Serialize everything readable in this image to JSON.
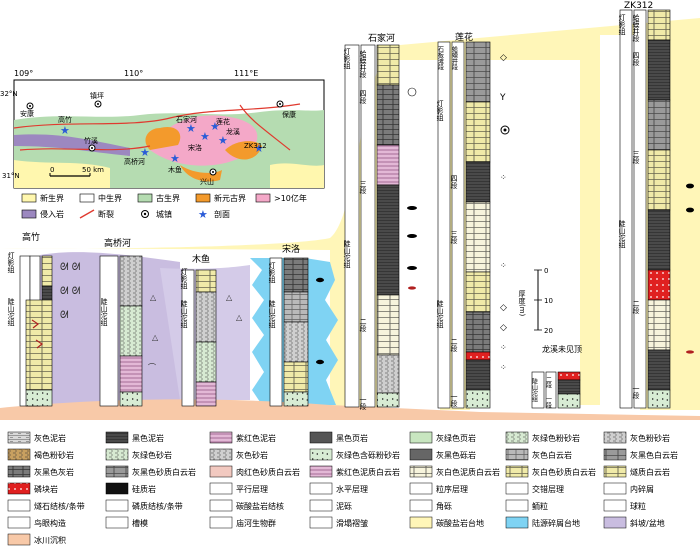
{
  "map": {
    "lon_labels": [
      "109°",
      "110°",
      "111°E"
    ],
    "lat_labels": [
      "32°N",
      "31°N"
    ],
    "towns": [
      "安康",
      "镇坪",
      "竹溪",
      "保康",
      "兴山"
    ],
    "sections": [
      "高竹",
      "高桥河",
      "木鱼",
      "宋洛",
      "石家河",
      "莲花",
      "龙溪",
      "ZK312"
    ],
    "scale_labels": [
      "0",
      "50 km"
    ]
  },
  "map_legend": [
    {
      "label": "新生界",
      "color": "#fff7ae"
    },
    {
      "label": "中生界",
      "color": "#ffffff"
    },
    {
      "label": "古生界",
      "color": "#b5dcb1"
    },
    {
      "label": "新元古界",
      "color": "#f39a2c"
    },
    {
      "label": ">10亿年",
      "color": "#f4a8c8"
    },
    {
      "label": "侵入岩",
      "color": "#9c88c0"
    },
    {
      "label": "断裂",
      "color": "#e03a2f"
    },
    {
      "label": "城镇",
      "color": "#000000"
    },
    {
      "label": "剖面",
      "color": "#2a5bd7"
    }
  ],
  "columns": [
    {
      "name": "高竹",
      "units": [
        "灯影组",
        "陡山沱组"
      ]
    },
    {
      "name": "高桥河",
      "units": [
        "陡山沱组"
      ]
    },
    {
      "name": "木鱼",
      "units": [
        "灯影组",
        "陡山沱组"
      ]
    },
    {
      "name": "宋洛",
      "units": [
        "灯影组",
        "陡山沱组"
      ]
    },
    {
      "name": "石家河",
      "units": [
        "灯影组",
        "蛤蟆井段",
        "四段",
        "三段",
        "二段",
        "一段",
        "陡山沱组"
      ]
    },
    {
      "name": "莲花",
      "units": [
        "石板滩段",
        "蛤蟆井段",
        "灯影组",
        "四段",
        "三段",
        "二段",
        "一段",
        "陡山沱组"
      ]
    },
    {
      "name": "龙溪未见顶",
      "units": [
        "陡山沱组",
        "二段",
        "一段"
      ]
    },
    {
      "name": "ZK312",
      "units": [
        "灯影组",
        "蛤蟆井段",
        "四段",
        "三段",
        "二段",
        "一段",
        "陡山沱组"
      ]
    }
  ],
  "scale_bar": {
    "label": "厚度(m)",
    "ticks": [
      "0",
      "10",
      "20"
    ]
  },
  "lithology_legend": [
    [
      "灰色泥岩",
      "黑色泥岩",
      "紫红色泥岩",
      "黑色页岩",
      "灰绿色页岩",
      "灰绿色粉砂岩",
      "灰色粉砂岩"
    ],
    [
      "褐色粉砂岩",
      "灰绿色砂岩",
      "灰色砂岩",
      "灰绿色含砾粉砂岩",
      "灰黑色砾岩",
      "灰色白云岩",
      "灰黑色白云岩"
    ],
    [
      "灰黑色灰岩",
      "灰黑色砂质白云岩",
      "肉红色砂质白云岩",
      "紫红色泥质白云岩",
      "灰白色泥质白云岩",
      "灰白色砂质白云岩",
      "燧质白云岩"
    ],
    [
      "磷块岩",
      "硅质岩",
      "平行层理",
      "水平层理",
      "粒序层理",
      "交错层理",
      "内碎屑"
    ],
    [
      "燧石结核/条带",
      "磷质结核/条带",
      "碳酸盐岩结核",
      "泥砾",
      "角砾",
      "鲕粒",
      "球粒"
    ],
    [
      "鸟眼构造",
      "槽模",
      "庙河生物群",
      "滑塌褶皱",
      "碳酸盐岩台地",
      "陆源碎屑台地",
      "斜坡/盆地"
    ],
    [
      "冰川沉积"
    ]
  ]
}
